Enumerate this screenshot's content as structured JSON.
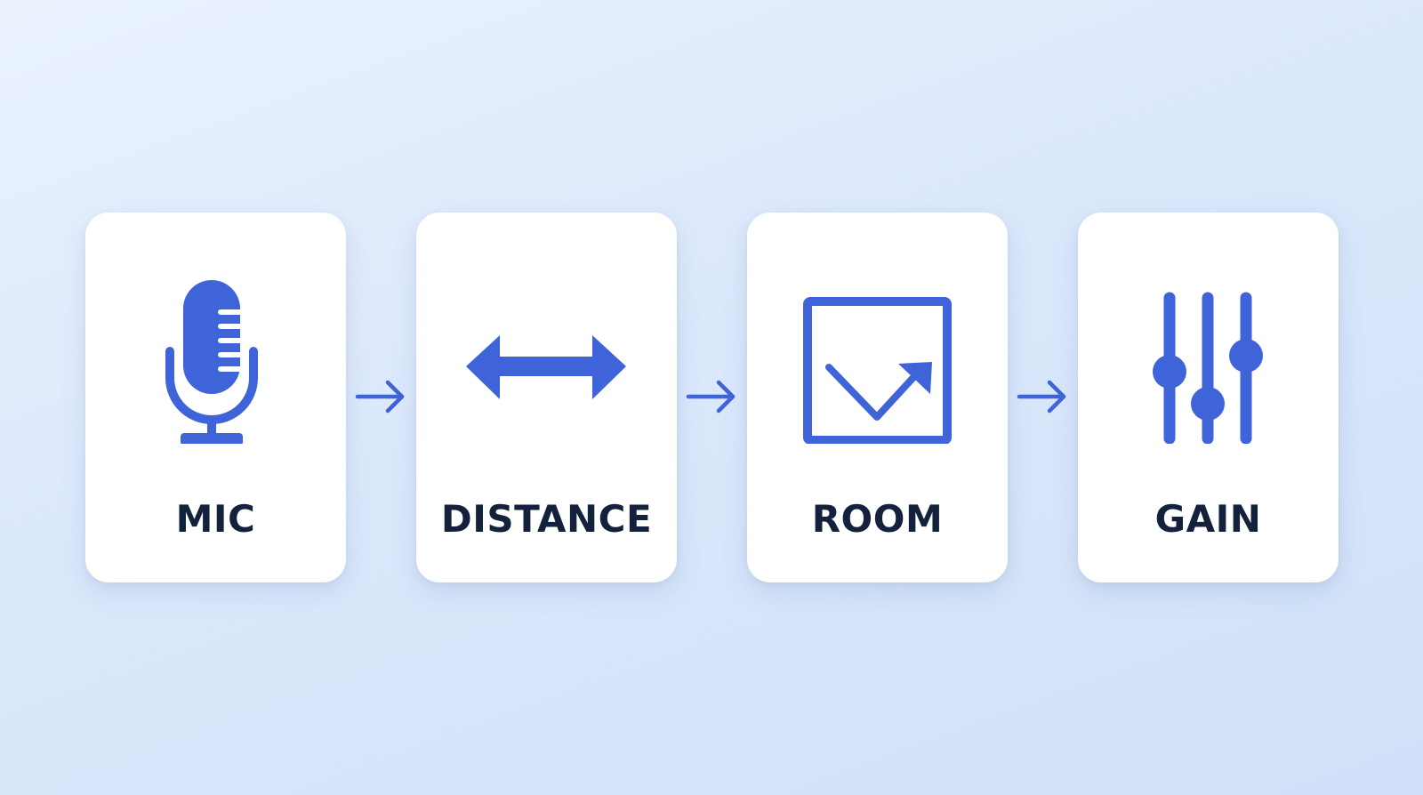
{
  "accent_color": "#3f63d8",
  "text_color": "#14213d",
  "steps": [
    {
      "label": "MIC",
      "icon": "microphone-icon"
    },
    {
      "label": "DISTANCE",
      "icon": "double-arrow-icon"
    },
    {
      "label": "ROOM",
      "icon": "room-frame-icon"
    },
    {
      "label": "GAIN",
      "icon": "sliders-icon"
    }
  ],
  "connectors": [
    "arrow-right-icon",
    "arrow-right-icon",
    "arrow-right-icon"
  ]
}
